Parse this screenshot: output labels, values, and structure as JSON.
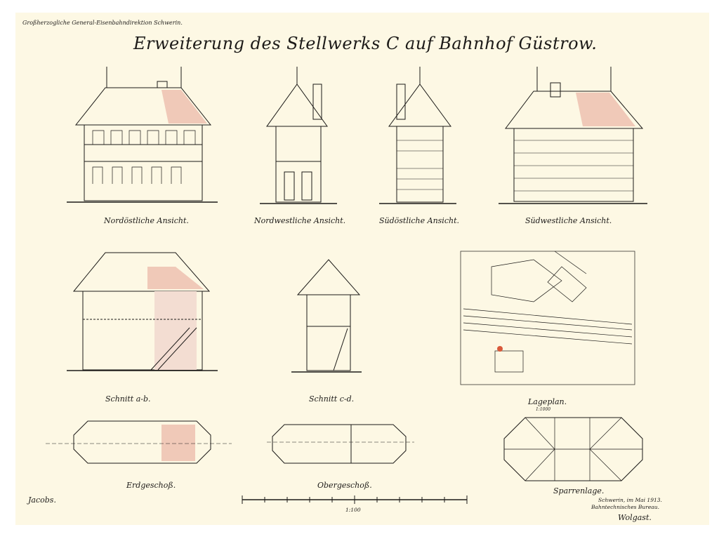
{
  "header": {
    "authority": "Großherzogliche General-Eisenbahndirektion Schwerin.",
    "title": "Erweiterung des Stellwerks C auf Bahnhof Güstrow."
  },
  "elevations": [
    {
      "label": "Nordöstliche Ansicht."
    },
    {
      "label": "Nordwestliche Ansicht."
    },
    {
      "label": "Südöstliche Ansicht."
    },
    {
      "label": "Südwestliche Ansicht."
    }
  ],
  "sections": [
    {
      "label": "Schnitt a-b."
    },
    {
      "label": "Schnitt c-d."
    }
  ],
  "site_plan": {
    "label": "Lageplan.",
    "scale": "1:1000"
  },
  "plans": [
    {
      "label": "Erdgeschoß."
    },
    {
      "label": "Obergeschoß."
    },
    {
      "label": "Sparrenlage."
    }
  ],
  "scale_bar": {
    "label": "1:100"
  },
  "footer": {
    "place_date": "Schwerin, im Mai 1913.",
    "office": "Bahntechnisches Bureau.",
    "signature_right": "Wolgast.",
    "signature_left": "Jacobs."
  },
  "colors": {
    "paper": "#fdf8e4",
    "ink": "#1c1a18",
    "wash": "#f0c9b8",
    "marker": "#d9593a"
  }
}
